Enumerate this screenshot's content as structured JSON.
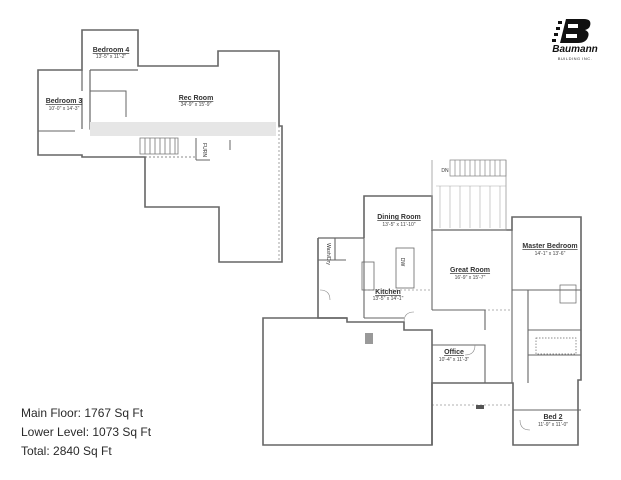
{
  "brand": {
    "name": "Baumann",
    "tagline": "BUILDING INC."
  },
  "lower_level": {
    "rooms": [
      {
        "name": "Bedroom 4",
        "dims": "13'-5\" x 11'-2\""
      },
      {
        "name": "Bedroom 3",
        "dims": "10'-0\" x 14'-3\""
      },
      {
        "name": "Rec Room",
        "dims": "34'-9\" x 15'-9\""
      }
    ],
    "labels": {
      "furn": "FURN"
    }
  },
  "main_floor": {
    "rooms": [
      {
        "name": "Dining Room",
        "dims": "13'-5\" x 11'-10\""
      },
      {
        "name": "Master Bedroom",
        "dims": "14'-1\" x 13'-6\""
      },
      {
        "name": "Great Room",
        "dims": "16'-9\" x 15'-7\""
      },
      {
        "name": "Kitchen",
        "dims": "13'-5\" x 14'-1\""
      },
      {
        "name": "Office",
        "dims": "10'-4\" x 11'-3\""
      },
      {
        "name": "Bed 2",
        "dims": "11'-9\" x 11'-0\""
      }
    ],
    "labels": {
      "wash_dry": "Wash/Dry",
      "dw": "DW",
      "dn": "DN"
    }
  },
  "stats": {
    "main_floor": "Main Floor: 1767 Sq Ft",
    "lower_level": "Lower Level: 1073 Sq Ft",
    "total": "Total: 2840 Sq Ft"
  },
  "colors": {
    "wall": "#555555",
    "line": "#888888",
    "text": "#2a2a2a"
  }
}
